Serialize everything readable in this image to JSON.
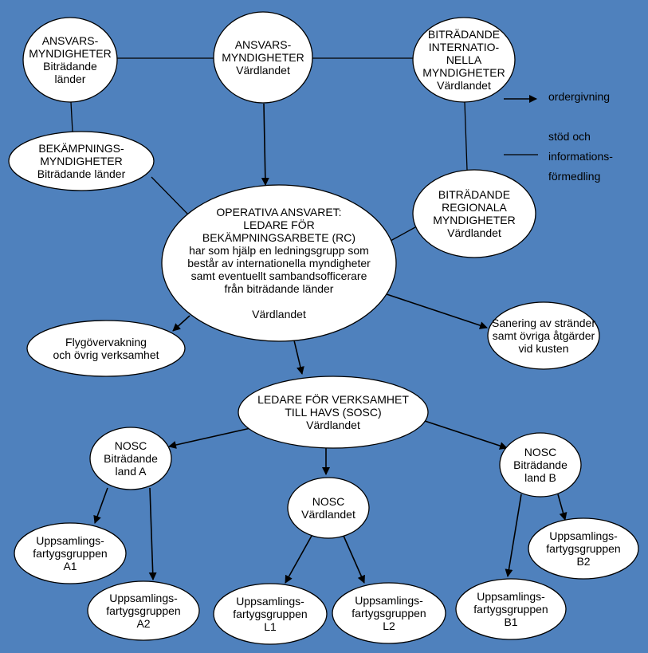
{
  "nodes": {
    "ansvars_bitradande": "ANSVARS-\nMYNDIGHETER\nBiträdande\nländer",
    "ansvars_vardlandet": "ANSVARS-\nMYNDIGHETER\nVärdlandet",
    "bitradande_internationella": "BITRÄDANDE\nINTERNATIO-\nNELLA\nMYNDIGHETER\nVärdlandet",
    "bekampnings": "BEKÄMPNINGS-\nMYNDIGHETER\nBiträdande länder",
    "bitradande_regionala": "BITRÄDANDE\nREGIONALA\nMYNDIGHETER\nVärdlandet",
    "operativa": "OPERATIVA ANSVARET:\nLEDARE FÖR\nBEKÄMPNINGSARBETE (RC)\nhar som hjälp en ledningsgrupp som\nbestår av internationella myndigheter\nsamt eventuellt sambandsofficerare\nfrån biträdande länder\n\nVärdlandet",
    "flygovervakning": "Flygövervakning\noch övrig verksamhet",
    "sanering": "Sanering av stränder\nsamt övriga åtgärder\nvid kusten",
    "sosc": "LEDARE FÖR VERKSAMHET\nTILL HAVS (SOSC)\nVärdlandet",
    "nosc_a": "NOSC\nBiträdande\nland A",
    "nosc_vard": "NOSC\nVärdlandet",
    "nosc_b": "NOSC\nBiträdande\nland B",
    "upp_a1": "Uppsamlings-\nfartygsgruppen\nA1",
    "upp_a2": "Uppsamlings-\nfartygsgruppen\nA2",
    "upp_l1": "Uppsamlings-\nfartygsgruppen\nL1",
    "upp_l2": "Uppsamlings-\nfartygsgruppen\nL2",
    "upp_b1": "Uppsamlings-\nfartygsgruppen\nB1",
    "upp_b2": "Uppsamlings-\nfartygsgruppen\nB2"
  },
  "legend": {
    "arrow_label": "ordergivning",
    "line_label": "stöd och\ninformations-\nförmedling"
  },
  "colors": {
    "background": "#4f81bd",
    "node_fill": "#ffffff",
    "stroke": "#000000"
  }
}
